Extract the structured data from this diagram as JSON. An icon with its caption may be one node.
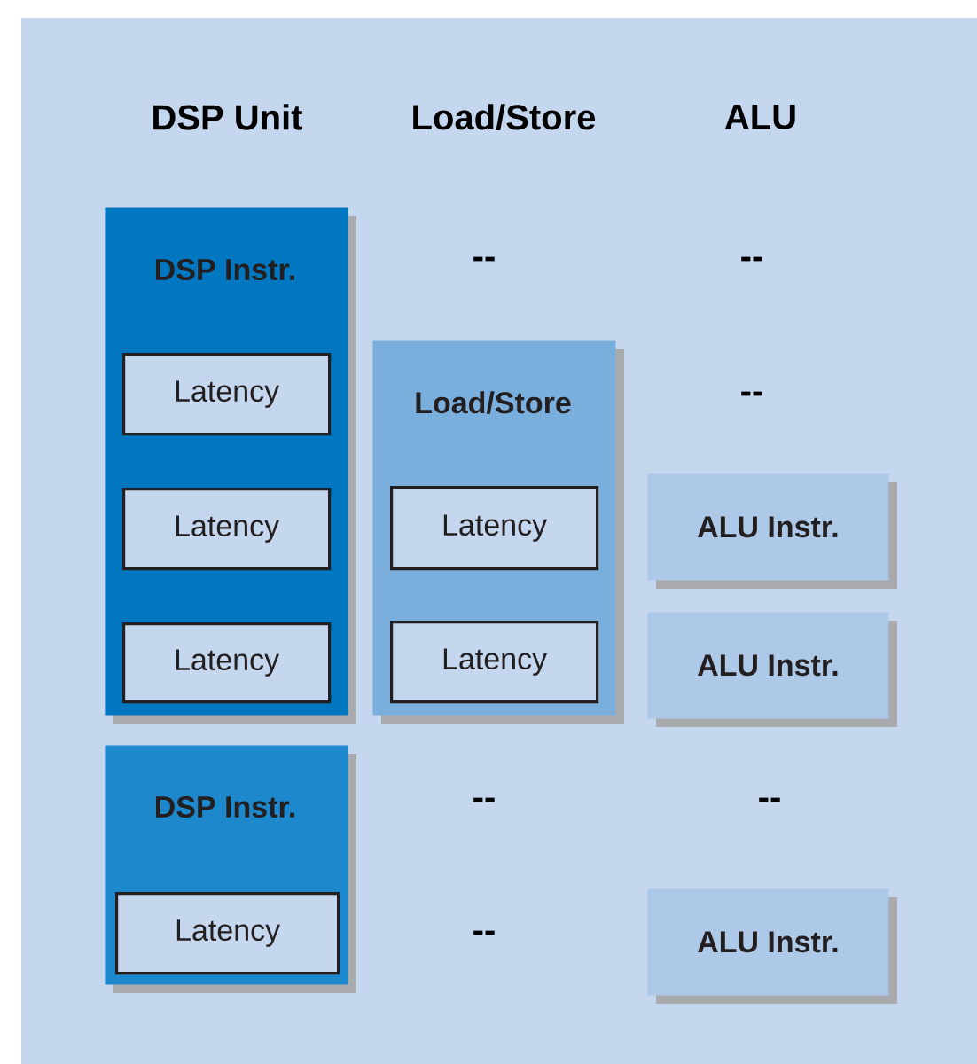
{
  "diagram": {
    "nodes": [
      {
        "text": [
          "DSP Instr."
        ]
      },
      {
        "text": [
          "Latency"
        ],
        "in": 0
      },
      {
        "text": [
          "Latency"
        ],
        "in": 0
      },
      {
        "text": [
          "Latency"
        ],
        "in": 0
      },
      {
        "text": [
          "Load/Store"
        ]
      },
      {
        "text": [
          "Latency"
        ],
        "in": 4
      },
      {
        "text": [
          "Latency"
        ],
        "in": 4
      },
      {
        "text": [
          "ALU Instr."
        ]
      },
      {
        "text": [
          "ALU Instr."
        ]
      },
      {
        "text": [
          "DSP Instr."
        ]
      },
      {
        "text": [
          "Latency"
        ],
        "in": 9
      },
      {
        "text": [
          "ALU Instr."
        ]
      }
    ],
    "labels": [
      "DSP Unit",
      "Load/Store",
      "ALU",
      "--",
      "--",
      "--",
      "--",
      "--",
      "--"
    ]
  }
}
